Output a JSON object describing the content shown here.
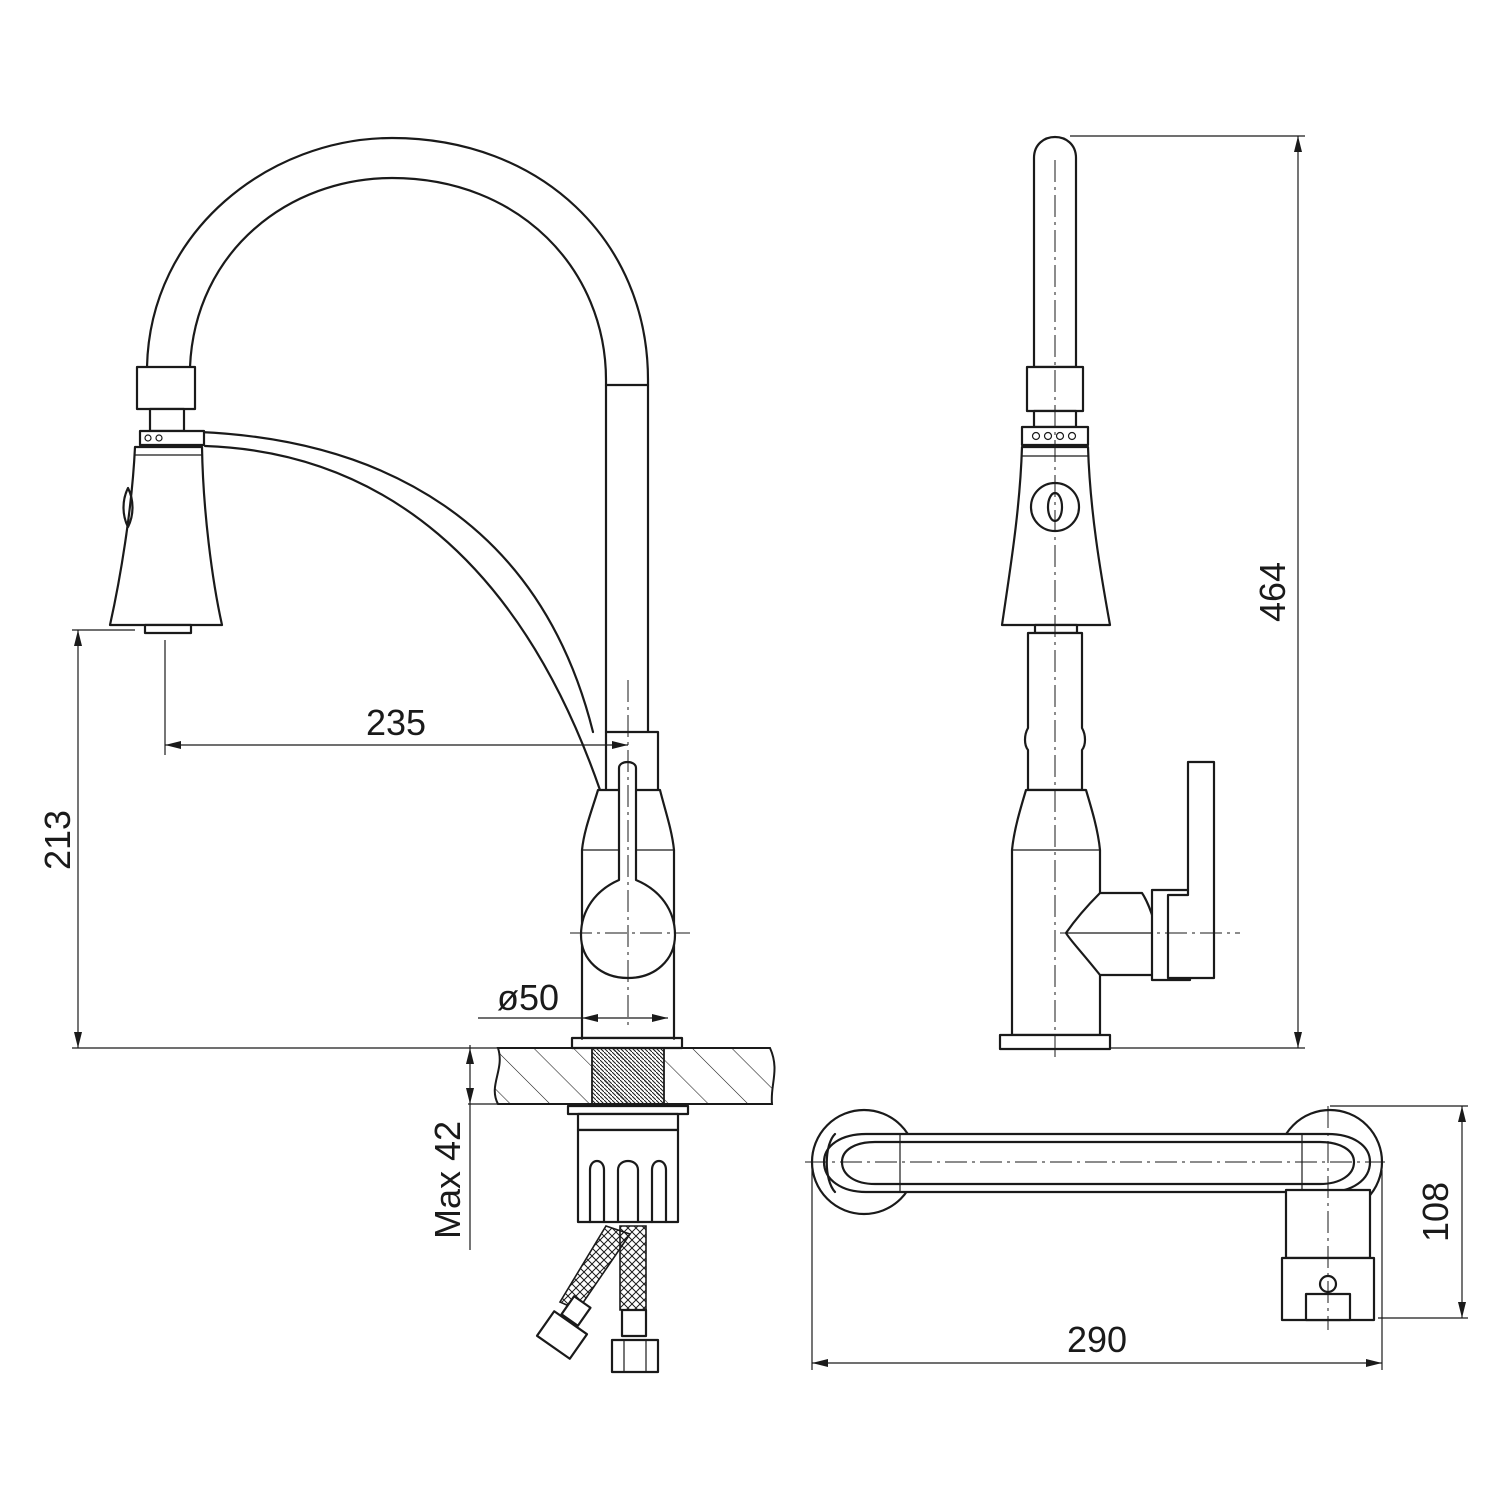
{
  "dimensions": {
    "spout_reach": "235",
    "spout_height": "213",
    "base_diameter": "ø50",
    "total_height": "464",
    "max_deck_thickness": "Max 42",
    "top_view_depth": "108",
    "top_view_length": "290"
  },
  "colors": {
    "line": "#1a1a1a",
    "background": "#ffffff"
  }
}
